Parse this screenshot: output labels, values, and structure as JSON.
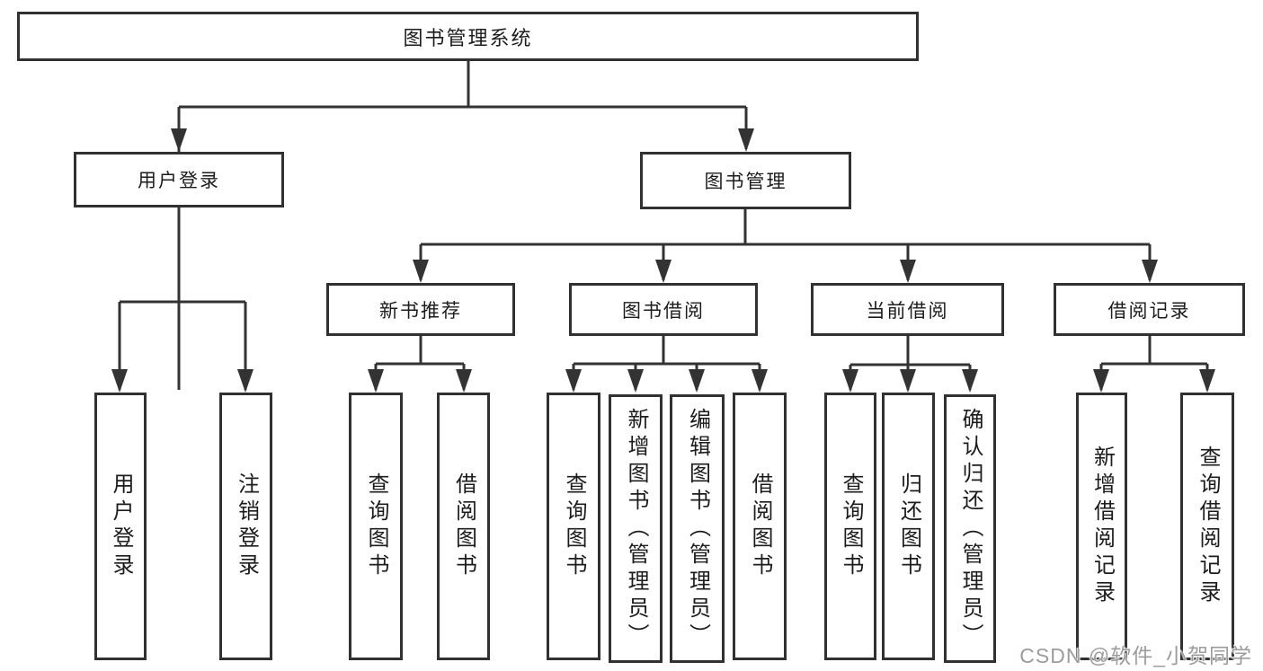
{
  "nodes": {
    "root": "图书管理系统",
    "user_login": "用户登录",
    "book_mgmt": "图书管理",
    "new_book_rec": "新书推荐",
    "book_borrow": "图书借阅",
    "current_borrow": "当前借阅",
    "borrow_records": "借阅记录",
    "leaf_user_login": "用户登录",
    "leaf_logout": "注销登录",
    "leaf_nbr_query": "查询图书",
    "leaf_nbr_borrow": "借阅图书",
    "leaf_bb_query": "查询图书",
    "leaf_bb_add": "新增图书（管理员）",
    "leaf_bb_edit": "编辑图书（管理员）",
    "leaf_bb_borrow": "借阅图书",
    "leaf_cb_query": "查询图书",
    "leaf_cb_return": "归还图书",
    "leaf_cb_confirm": "确认归还（管理员）",
    "leaf_br_add": "新增借阅记录",
    "leaf_br_query": "查询借阅记录"
  },
  "hierarchy": {
    "图书管理系统": {
      "用户登录": [
        "用户登录",
        "注销登录"
      ],
      "图书管理": {
        "新书推荐": [
          "查询图书",
          "借阅图书"
        ],
        "图书借阅": [
          "查询图书",
          "新增图书（管理员）",
          "编辑图书（管理员）",
          "借阅图书"
        ],
        "当前借阅": [
          "查询图书",
          "归还图书",
          "确认归还（管理员）"
        ],
        "借阅记录": [
          "新增借阅记录",
          "查询借阅记录"
        ]
      }
    }
  },
  "watermark": "CSDN @软件_小贺同学",
  "colors": {
    "line": "#333333",
    "box_border": "#313131",
    "text": "#1c1c1c",
    "watermark_text": "#9c9c9c",
    "background": "#ffffff"
  }
}
